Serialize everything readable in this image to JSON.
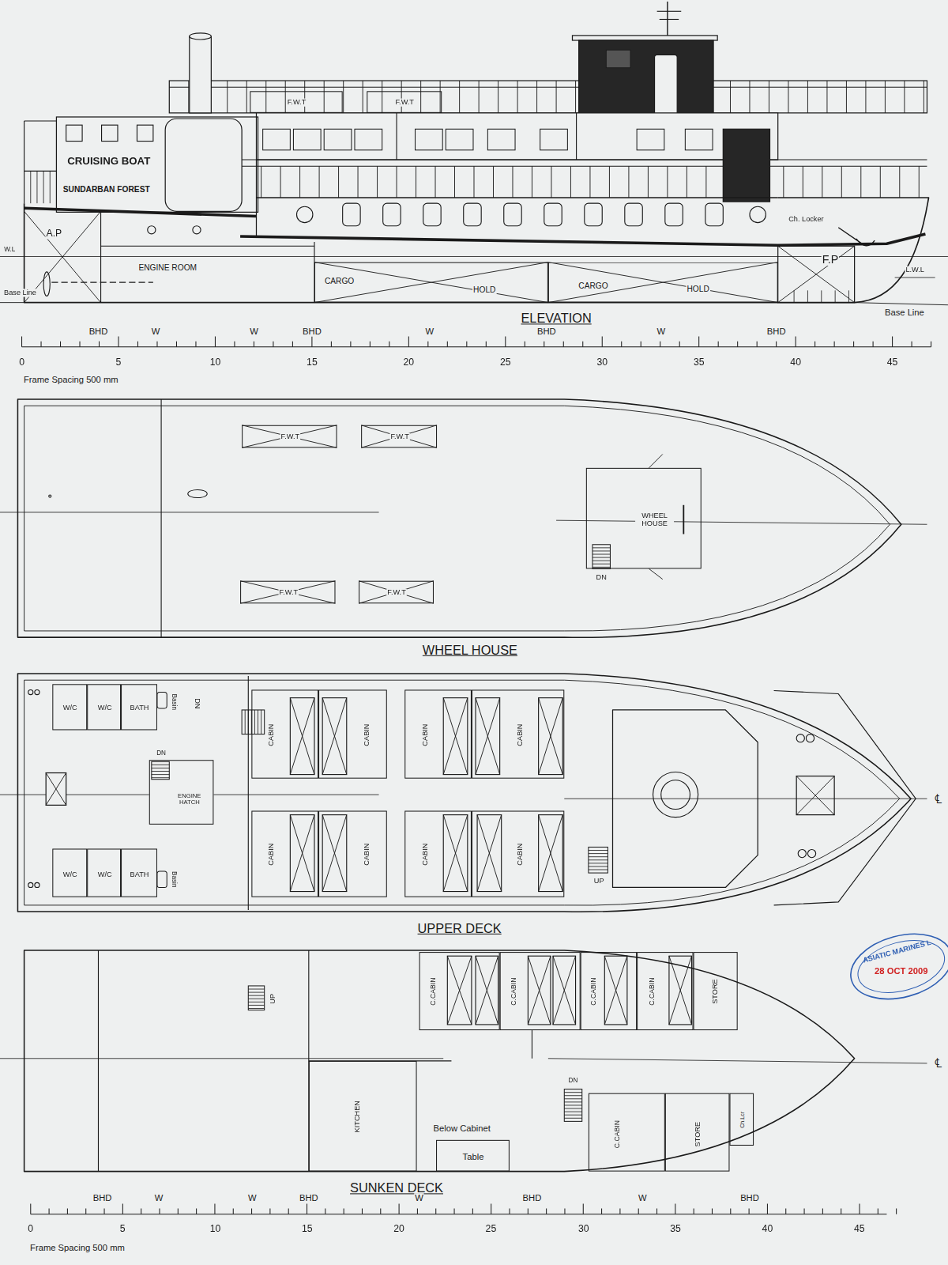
{
  "diagram": {
    "nodes": [
      {
        "text": [
          "F.W.T"
        ]
      },
      {
        "text": [
          "F.W.T"
        ]
      },
      {
        "text": [
          "CARGO",
          "HOLD"
        ]
      },
      {
        "text": [
          "CARGO",
          "HOLD"
        ]
      },
      {
        "text": [
          "F.W.T"
        ]
      },
      {
        "text": [
          "F.W.T"
        ]
      },
      {
        "text": [
          "WHEEL HOUSE"
        ]
      },
      {
        "text": [
          "F.W.T"
        ]
      },
      {
        "text": [
          "F.W.T"
        ]
      },
      {
        "text": [
          "W/C"
        ]
      },
      {
        "text": [
          "W/C"
        ]
      },
      {
        "text": [
          "BATH"
        ]
      },
      {
        "text": [
          "ENGINE HATCH"
        ]
      },
      {
        "text": [
          "W/C"
        ]
      },
      {
        "text": [
          "W/C"
        ]
      },
      {
        "text": [
          "BATH"
        ]
      },
      {
        "text": [
          "CABIN"
        ]
      },
      {
        "text": [
          "CABIN"
        ]
      },
      {
        "text": [
          "CABIN"
        ]
      },
      {
        "text": [
          "CABIN"
        ]
      },
      {
        "text": [
          "CABIN"
        ]
      },
      {
        "text": [
          "CABIN"
        ]
      },
      {
        "text": [
          "CABIN"
        ]
      },
      {
        "text": [
          "CABIN"
        ]
      },
      {
        "text": [
          "C.CABIN"
        ]
      },
      {
        "text": [
          "C.CABIN"
        ]
      },
      {
        "text": [
          "C.CABIN"
        ]
      },
      {
        "text": [
          "C.CABIN"
        ]
      },
      {
        "text": [
          "STORE"
        ]
      },
      {
        "text": [
          "KITCHEN"
        ]
      },
      {
        "text": [
          "Table"
        ]
      },
      {
        "text": [
          "C.CABIN"
        ]
      },
      {
        "text": [
          "STORE"
        ]
      },
      {
        "text": [
          "Ch.Lcr"
        ]
      }
    ],
    "labels": [
      "CRUISING BOAT",
      "SUNDARBAN FOREST",
      "A.P",
      "W.L",
      "Base Line",
      "ENGINE ROOM",
      "Ch. Locker",
      "F.P",
      "L.W.L",
      "Base Line",
      "ELEVATION",
      "BHD",
      "W",
      "W",
      "BHD",
      "W",
      "BHD",
      "W",
      "BHD",
      "0",
      "5",
      "10",
      "15",
      "20",
      "25",
      "30",
      "35",
      "40",
      "45",
      "Frame Spacing 500 mm",
      "DN",
      "WHEEL HOUSE",
      "DN",
      "DN",
      "Basin",
      "Basin",
      "UP",
      "℄",
      "UPPER DECK",
      "UP",
      "Below Cabinet",
      "DN",
      "℄",
      "SUNKEN DECK",
      "BHD",
      "W",
      "W",
      "BHD",
      "W",
      "BHD",
      "W",
      "BHD",
      "0",
      "5",
      "10",
      "15",
      "20",
      "25",
      "30",
      "35",
      "40",
      "45",
      "Frame Spacing 500 mm",
      "ASIATIC MARINES L",
      "28 OCT 2009"
    ]
  }
}
